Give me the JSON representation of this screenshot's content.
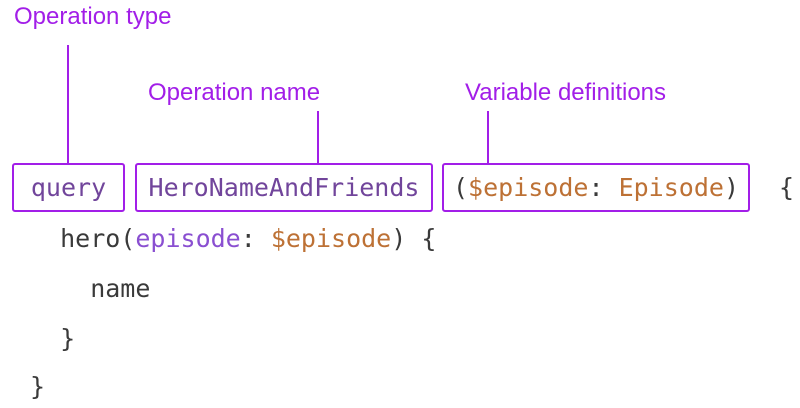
{
  "labels": {
    "operation_type": "Operation type",
    "operation_name": "Operation name",
    "variable_definitions": "Variable definitions"
  },
  "colors": {
    "annotation": "#A21EE8",
    "keyword": "#71459B",
    "argument": "#8A4FD1",
    "literal": "#BD7135",
    "code": "#3A3A3A",
    "background": "#FFFFFF"
  },
  "code": {
    "operation_type": "query",
    "operation_name": "HeroNameAndFriends",
    "variable_definitions": {
      "open_paren": "(",
      "variable_name": "$episode",
      "separator": ": ",
      "variable_type": "Episode",
      "close_paren": ")"
    },
    "line1_open_brace": "{",
    "line2": {
      "indent_and_field": "  hero(",
      "argument_name": "episode",
      "separator": ": ",
      "argument_value": "$episode",
      "close_and_brace": ") {"
    },
    "line3": {
      "field": "    name"
    },
    "line4": {
      "close_brace": "  }"
    },
    "line5": {
      "close_brace": "}"
    }
  }
}
